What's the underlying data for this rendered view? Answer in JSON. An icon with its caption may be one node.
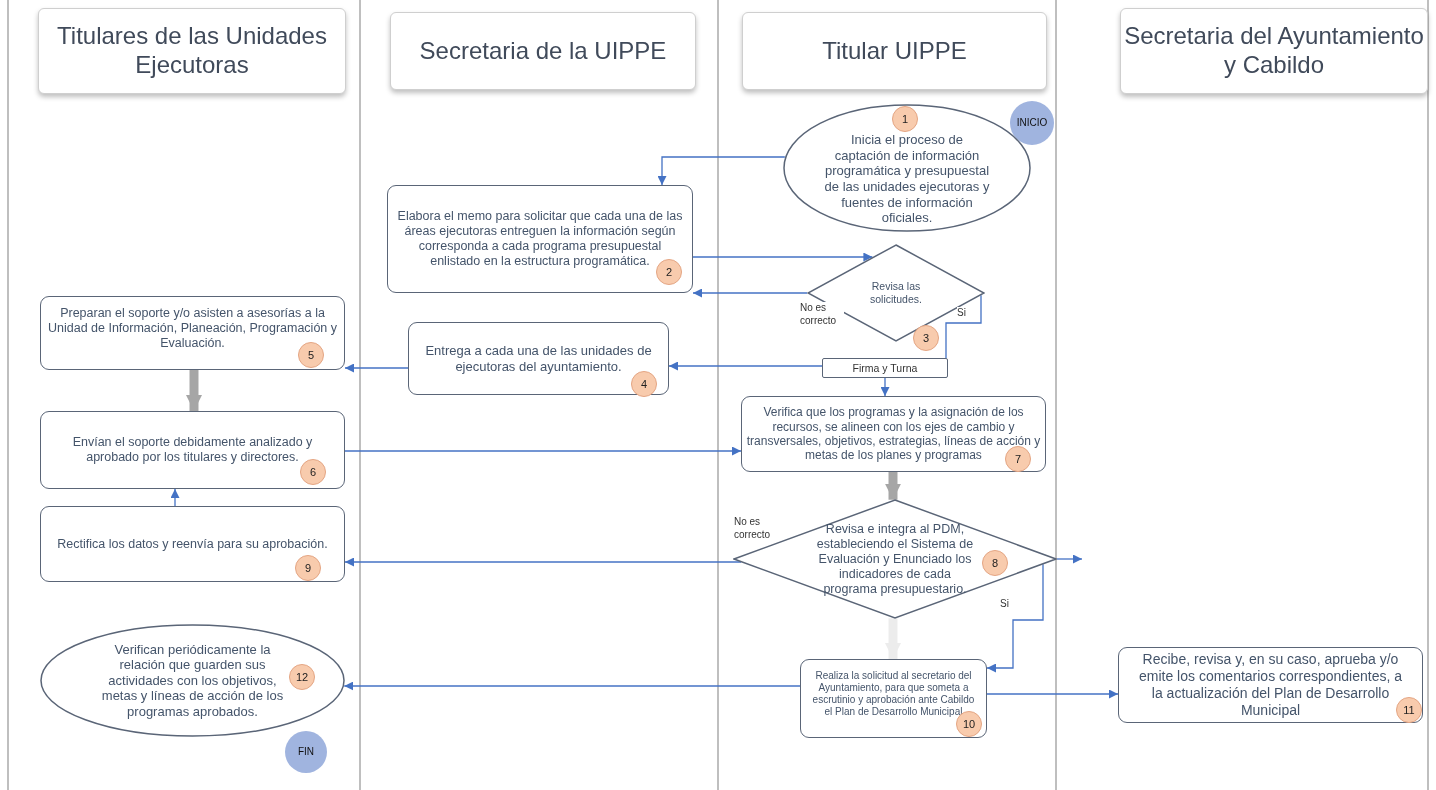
{
  "diagram": {
    "nodes": [
      {
        "text": [
          "Titulares de las Unidades Ejecutoras"
        ]
      },
      {
        "text": [
          "Secretaria de la UIPPE"
        ]
      },
      {
        "text": [
          "Titular UIPPE"
        ]
      },
      {
        "text": [
          "Secretaria del Ayuntamiento y Cabildo"
        ]
      },
      {
        "text": [
          "INICIO"
        ]
      },
      {
        "text": [
          "1",
          "Inicia el proceso de captación de información programática y presupuestal de las unidades ejecutoras y fuentes de información oficiales."
        ]
      },
      {
        "text": [
          "Elabora el memo para solicitar que cada una de las áreas ejecutoras entreguen la información según corresponda a cada programa presupuestal enlistado en la estructura programática.",
          "2"
        ]
      },
      {
        "text": [
          "Revisa las solicitudes.",
          "3"
        ]
      },
      {
        "text": [
          "Firma y Turna"
        ]
      },
      {
        "text": [
          "Entrega a cada una de las unidades de ejecutoras del ayuntamiento.",
          "4"
        ]
      },
      {
        "text": [
          "Preparan el soporte y/o asisten a asesorías a la Unidad de Información, Planeación, Programación y Evaluación.",
          "5"
        ]
      },
      {
        "text": [
          "Envían el soporte debidamente analizado y aprobado por los titulares y directores.",
          "6"
        ]
      },
      {
        "text": [
          "Verifica que los programas y la asignación de los recursos, se alineen con los ejes de cambio y transversales, objetivos, estrategias, líneas de acción y metas de los planes y programas",
          "7"
        ]
      },
      {
        "text": [
          "Revisa e integra al PDM, estableciendo el Sistema de Evaluación y Enunciado los indicadores de cada programa presupuestario.",
          "8"
        ]
      },
      {
        "text": [
          "Rectifica los datos y reenvía para su aprobación.",
          "9"
        ]
      },
      {
        "text": [
          "Realiza la solicitud al secretario del Ayuntamiento, para que someta a escrutinio y aprobación ante Cabildo el Plan de Desarrollo Municipal",
          "10"
        ]
      },
      {
        "text": [
          "Recibe, revisa y, en su caso, aprueba y/o emite los comentarios correspondientes, a la actualización del Plan de Desarrollo Municipal",
          "11"
        ]
      },
      {
        "text": [
          "Verifican periódicamente la relación que guarden sus actividades con los objetivos, metas y líneas de acción de los programas aprobados.",
          "12"
        ]
      },
      {
        "text": [
          "FIN"
        ]
      }
    ],
    "edges": [
      {
        "from": 5,
        "to": 6,
        "arrow": "to"
      },
      {
        "from": 6,
        "to": 7,
        "arrow": "to"
      },
      {
        "from": 7,
        "to": 6,
        "arrow": "to",
        "label": "No es correcto"
      },
      {
        "from": 7,
        "to": 8,
        "arrow": "none",
        "label": "Si"
      },
      {
        "from": 8,
        "to": 9,
        "arrow": "to"
      },
      {
        "from": 9,
        "to": 10,
        "arrow": "to"
      },
      {
        "from": 10,
        "to": 11,
        "arrow": "to",
        "style": "thick",
        "color": "#a6a6a6"
      },
      {
        "from": 11,
        "to": 12,
        "arrow": "to"
      },
      {
        "from": 8,
        "to": 12,
        "arrow": "to"
      },
      {
        "from": 12,
        "to": 13,
        "arrow": "to",
        "style": "thick",
        "color": "#a6a6a6"
      },
      {
        "from": 13,
        "to": 14,
        "arrow": "to",
        "label": "No es correcto"
      },
      {
        "from": 13,
        "to": 15,
        "arrow": "to",
        "label": "Si"
      },
      {
        "from": 13,
        "to": 15,
        "arrow": "to",
        "style": "thick",
        "color": "#ececec"
      },
      {
        "from": 14,
        "to": 11,
        "arrow": "to"
      },
      {
        "from": 15,
        "to": 17,
        "arrow": "to"
      },
      {
        "from": 15,
        "to": 16,
        "arrow": "to"
      },
      {
        "from": 13,
        "to": null,
        "arrow": "to"
      }
    ]
  }
}
